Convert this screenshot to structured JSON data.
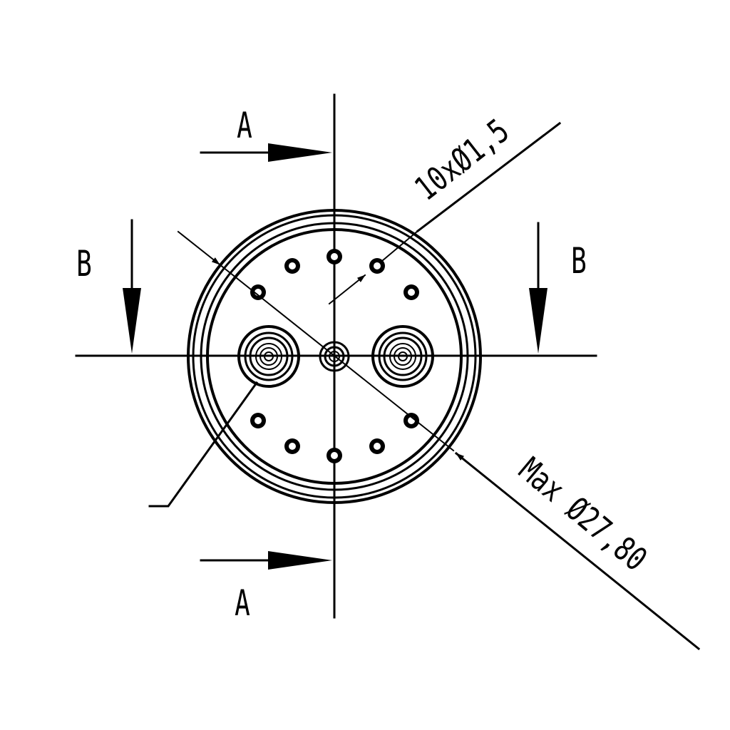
{
  "labels": {
    "section_a_top": "A",
    "section_a_bottom": "A",
    "section_b_left": "B",
    "section_b_right": "B",
    "hole_callout": "10xØ1,5",
    "diameter_callout": "Max Ø27,80"
  },
  "colors": {
    "line": "#000000",
    "background": "#ffffff"
  }
}
